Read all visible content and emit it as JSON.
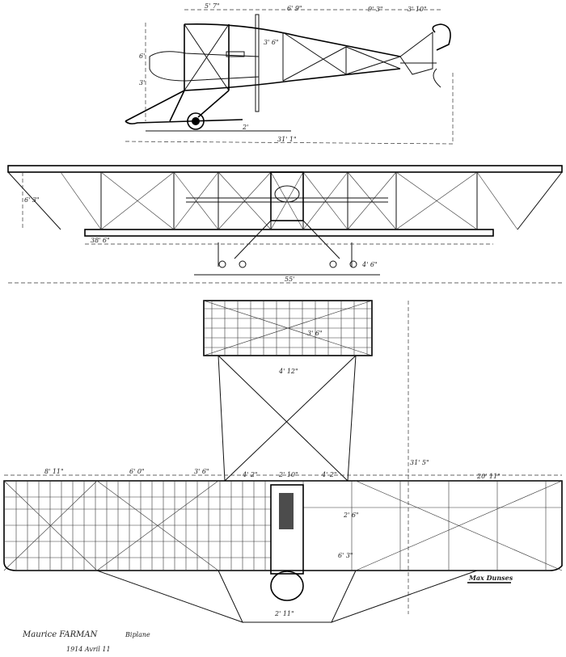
{
  "drawing": {
    "side_view": {
      "dimensions": [
        "5' 7\"",
        "6' 9\"",
        "9' 3\"",
        "3' 10\"",
        "31' 1\"",
        "6'",
        "3'",
        "3' 6\"",
        "2'"
      ]
    },
    "front_view": {
      "dimensions": [
        "6' 3\"",
        "38' 6\"",
        "55'",
        "4' 6\""
      ]
    },
    "plan_view": {
      "dimensions": [
        "3' 6\"",
        "4' 12\"",
        "31' 5\"",
        "8' 11\"",
        "6' 0\"",
        "3' 6\"",
        "4' 2\"",
        "2' 10\"",
        "4' 2\"",
        "20' 11\"",
        "2' 6\"",
        "6' 3\"",
        "2' 11\""
      ]
    },
    "caption": {
      "name": "Maurice FARMAN",
      "type": "Biplane",
      "date": "1914  Avril 11"
    },
    "signature": "Max Dunses"
  }
}
